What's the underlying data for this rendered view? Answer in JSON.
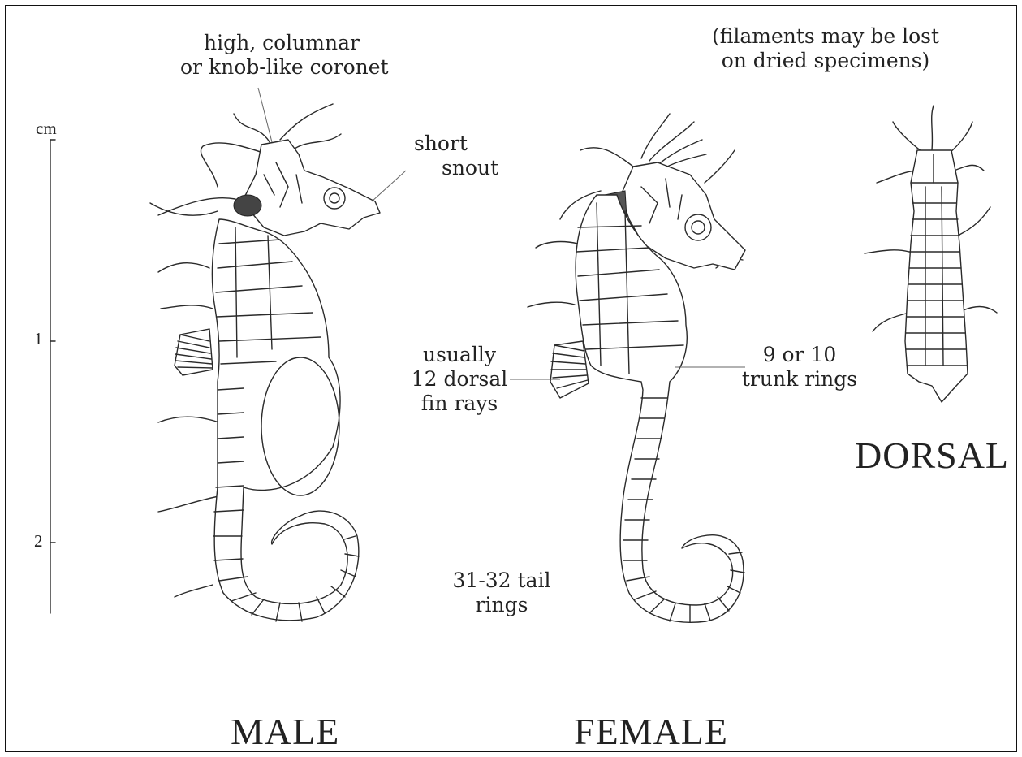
{
  "labels": {
    "coronet": [
      "high, columnar",
      "or knob-like coronet"
    ],
    "filaments": [
      "(filaments may be lost",
      "on dried specimens)"
    ],
    "snout": [
      "short",
      "snout"
    ],
    "dorsal_fin": [
      "usually",
      "12 dorsal",
      "fin rays"
    ],
    "trunk": [
      "9 or 10",
      "trunk rings"
    ],
    "tail": [
      "31-32 tail",
      "rings"
    ],
    "male": "MALE",
    "female": "FEMALE",
    "dorsal": "DORSAL"
  },
  "scale": {
    "unit": "cm",
    "ticks": [
      "1",
      "2"
    ]
  },
  "colors": {
    "ink": "#2a2a2a",
    "paper": "#ffffff",
    "border": "#111111"
  }
}
